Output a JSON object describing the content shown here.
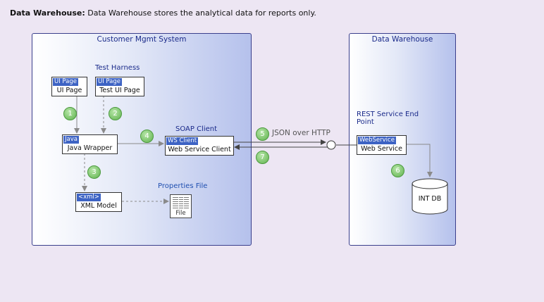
{
  "header": {
    "title": "Data Warehouse:",
    "description": "Data Warehouse stores the analytical data for reports only."
  },
  "regions": {
    "cms": "Customer Mgmt System",
    "dw": "Data Warehouse"
  },
  "labels": {
    "test_harness": "Test Harness",
    "soap_client": "SOAP Client",
    "properties_file": "Properties File",
    "rest_endpoint_line1": "REST Service End",
    "rest_endpoint_line2": "Point"
  },
  "components": {
    "ui_page": {
      "tag": "UI Page",
      "name": "UI Page"
    },
    "test_ui_page": {
      "tag": "UI Page",
      "name": "Test UI Page"
    },
    "java_wrapper": {
      "tag": "Java",
      "name": "Java Wrapper"
    },
    "ws_client": {
      "tag": "WS Client",
      "name": "Web Service Client"
    },
    "xml_model": {
      "tag": "<xml>",
      "name": "XML Model"
    },
    "file": {
      "name": "File"
    },
    "web_service": {
      "tag": "WebService",
      "name": "Web Service"
    },
    "int_db": {
      "name": "INT DB"
    }
  },
  "steps": [
    "1",
    "2",
    "3",
    "4",
    "5",
    "6",
    "7"
  ],
  "edge_labels": {
    "json_http": "JSON over HTTP"
  },
  "colors": {
    "region_border": "#3a3f8c",
    "tag_bg": "#3d63c4",
    "step_green": "#5fb24d"
  }
}
